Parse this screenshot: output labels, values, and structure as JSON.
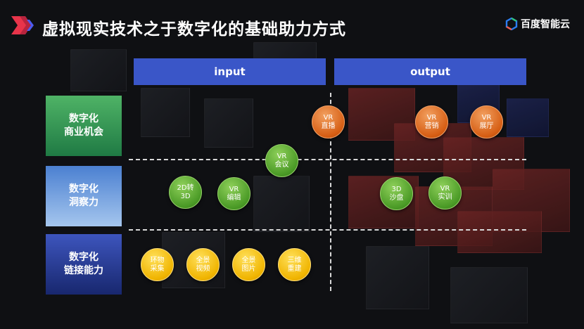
{
  "header": {
    "title": "虚拟现实技术之于数字化的基础助力方式",
    "brand": "百度智能云",
    "brand_icon": "baidu-cloud-hexagon-icon",
    "logo_icon": "double-chevron-logo-icon"
  },
  "columns": {
    "input": "input",
    "output": "output"
  },
  "rows": [
    {
      "line1": "数字化",
      "line2": "商业机会"
    },
    {
      "line1": "数字化",
      "line2": "洞察力"
    },
    {
      "line1": "数字化",
      "line2": "链接能力"
    }
  ],
  "nodes": {
    "vr_live": {
      "line1": "VR",
      "line2": "直播",
      "color": "orange"
    },
    "vr_marketing": {
      "line1": "VR",
      "line2": "营销",
      "color": "orange"
    },
    "vr_exhibition": {
      "line1": "VR",
      "line2": "展厅",
      "color": "orange"
    },
    "vr_meeting": {
      "line1": "VR",
      "line2": "会议",
      "color": "green"
    },
    "convert_2d3d": {
      "line1": "2D转",
      "line2": "3D",
      "color": "green"
    },
    "vr_edit": {
      "line1": "VR",
      "line2": "编辑",
      "color": "green"
    },
    "sandbox_3d": {
      "line1": "3D",
      "line2": "沙盘",
      "color": "green"
    },
    "vr_training": {
      "line1": "VR",
      "line2": "实训",
      "color": "green"
    },
    "object_capture": {
      "line1": "环物",
      "line2": "采集",
      "color": "yellow"
    },
    "pano_video": {
      "line1": "全景",
      "line2": "视频",
      "color": "yellow"
    },
    "pano_image": {
      "line1": "全景",
      "line2": "图片",
      "color": "yellow"
    },
    "reconstruct_3d": {
      "line1": "三维",
      "line2": "重建",
      "color": "yellow"
    }
  },
  "colors": {
    "column_header": "#3a56c8",
    "row_biz": "#3a9a55",
    "row_insight": "#6e9fe0",
    "row_connect": "#2a3d9a",
    "orange": "#e06c1e",
    "green": "#5aa832",
    "yellow": "#f5c000"
  }
}
